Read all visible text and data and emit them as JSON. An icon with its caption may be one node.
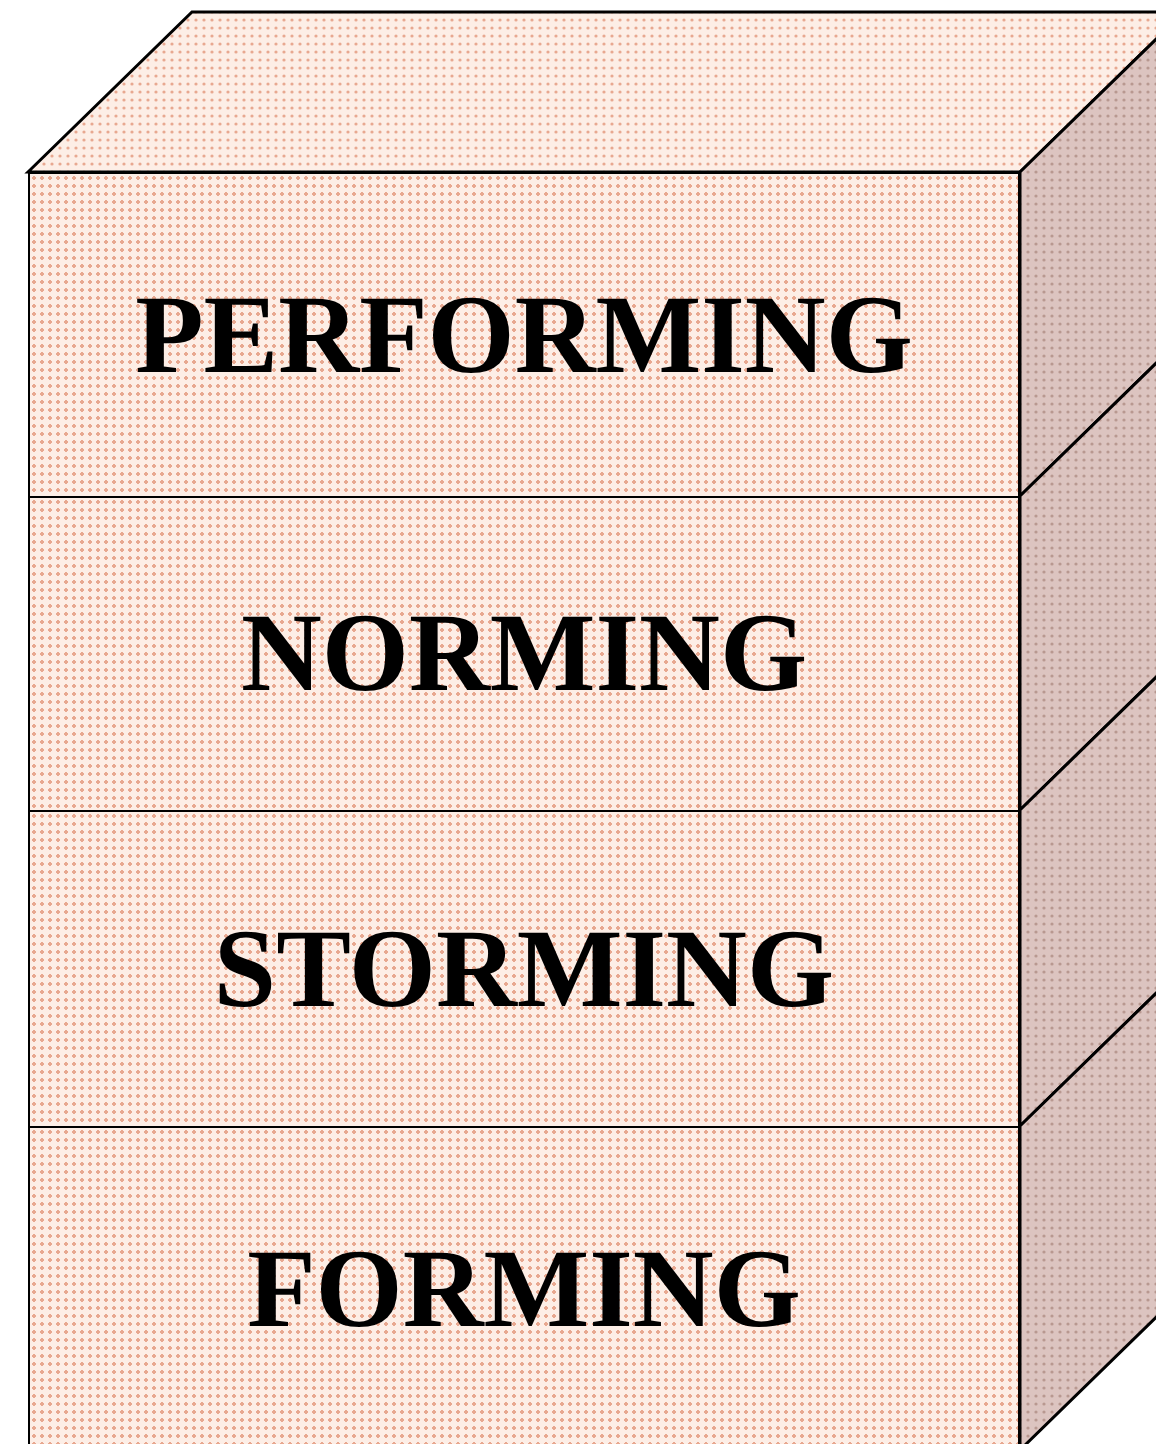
{
  "diagram": {
    "nodes": [
      {
        "text": [
          "PERFORMING"
        ]
      },
      {
        "text": [
          "NORMING"
        ]
      },
      {
        "text": [
          "STORMING"
        ]
      },
      {
        "text": [
          "FORMING"
        ]
      }
    ]
  }
}
